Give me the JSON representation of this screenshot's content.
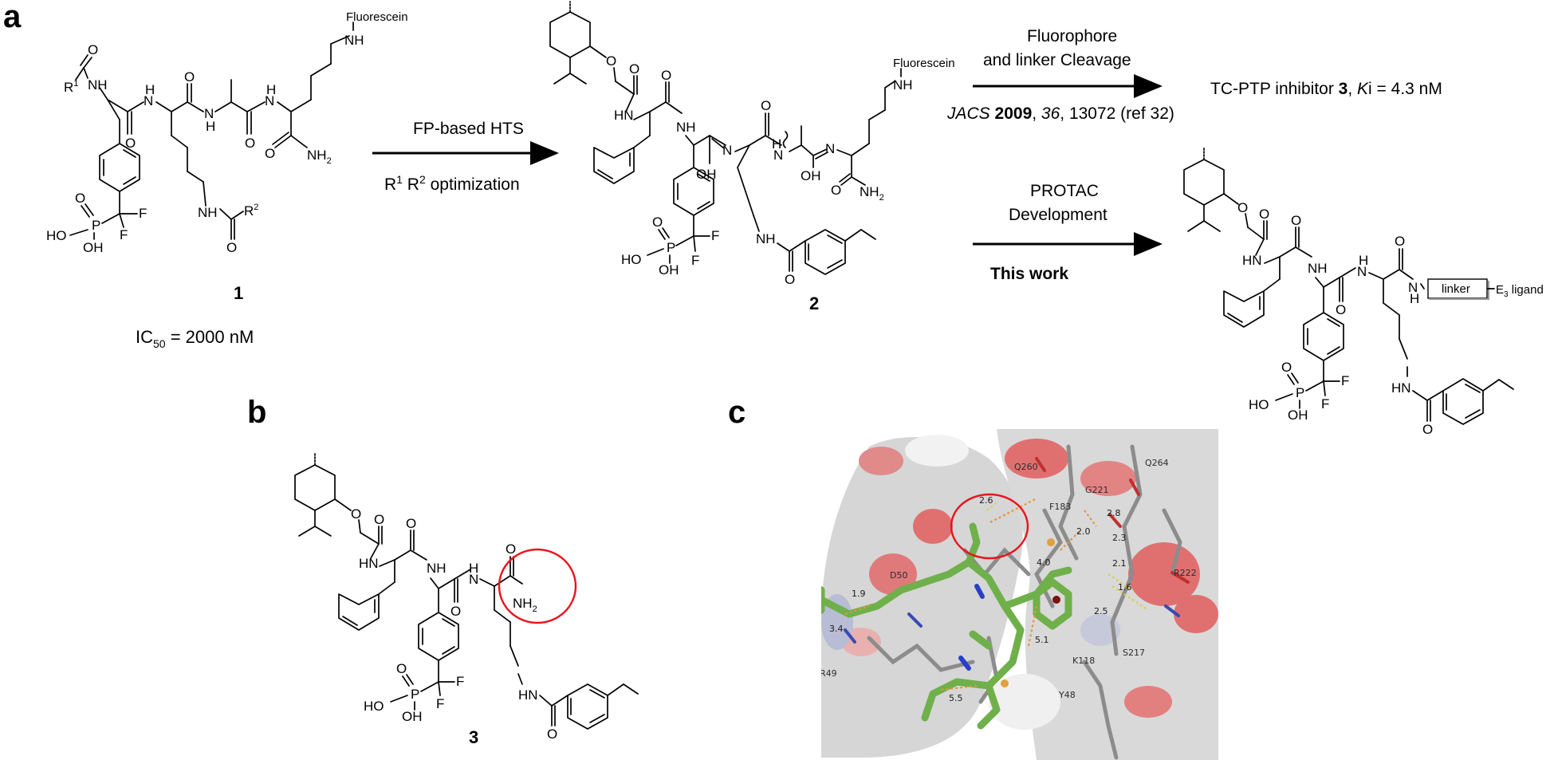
{
  "panels": {
    "a": "a",
    "b": "b",
    "c": "c"
  },
  "compound1": {
    "number": "1",
    "ic50_prefix": "IC",
    "ic50_sub": "50",
    "ic50_value": " = 2000 nM",
    "fluorescein": "Fluorescein",
    "atoms": {
      "nh": "NH",
      "o": "O",
      "r1": "R",
      "r1_sup": "1",
      "r2": "R",
      "r2_sup": "2",
      "nh2": "NH",
      "nh2_sub": "2",
      "p": "P",
      "f": "F",
      "ho": "HO",
      "oh": "OH",
      "n": "N",
      "h": "H"
    }
  },
  "arrow1": {
    "top": "FP-based HTS",
    "bottom_r": "R",
    "bottom_sup1": "1",
    "bottom_r2": " R",
    "bottom_sup2": "2",
    "bottom_rest": " optimization"
  },
  "compound2": {
    "number": "2",
    "fluorescein": "Fluorescein"
  },
  "arrow2": {
    "line1": "Fluorophore",
    "line2": "and linker Cleavage",
    "ref_journal": "JACS",
    "ref_year": "2009",
    "ref_vol": "36",
    "ref_rest": ", 13072 (ref 32)"
  },
  "tcptp": {
    "text": "TC-PTP inhibitor ",
    "number": "3",
    "ki_k": "K",
    "ki_rest": "i = 4.3 nM"
  },
  "arrow3": {
    "line1": "PROTAC",
    "line2": "Development",
    "line3": "This work"
  },
  "protac": {
    "linker": "linker",
    "e3": "E",
    "e3_sub": "3",
    "e3_rest": " ligand"
  },
  "compound3": {
    "number": "3"
  },
  "structure_panel": {
    "residues": [
      "Q260",
      "Q264",
      "G221",
      "F183",
      "D50",
      "R222",
      "S217",
      "K118",
      "R49",
      "Y48"
    ],
    "distances": [
      "2.6",
      "2.8",
      "2.0",
      "2.3",
      "2.1",
      "1.6",
      "4.0",
      "2.5",
      "1.9",
      "3.4",
      "5.1",
      "5.5"
    ]
  },
  "colors": {
    "highlight_circle": "#e8141c",
    "ligand_green": "#6fb04b",
    "surface_red": "#e07070",
    "surface_grey": "#cfcfcf"
  }
}
